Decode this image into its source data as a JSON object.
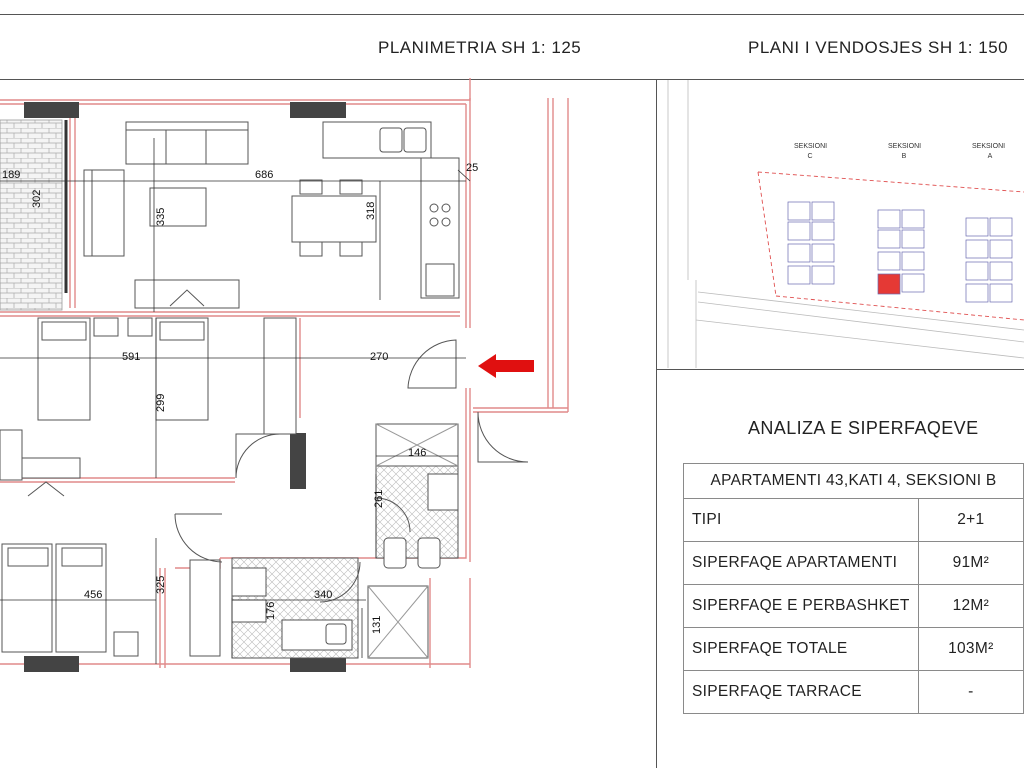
{
  "headers": {
    "plan_title": "PLANIMETRIA  SH 1: 125",
    "site_title": "PLANI I VENDOSJES SH 1: 150"
  },
  "dimensions": {
    "d189": "189",
    "d302": "302",
    "d686": "686",
    "d335": "335",
    "d318": "318",
    "d25": "25",
    "d591": "591",
    "d270": "270",
    "d299": "299",
    "d146": "146",
    "d261": "261",
    "d456": "456",
    "d325": "325",
    "d340": "340",
    "d176": "176",
    "d131": "131"
  },
  "site": {
    "sections": [
      {
        "line1": "SEKSIONI",
        "line2": "C"
      },
      {
        "line1": "SEKSIONI",
        "line2": "B"
      },
      {
        "line1": "SEKSIONI",
        "line2": "A"
      }
    ],
    "highlight_color": "#e53935"
  },
  "analysis": {
    "title": "ANALIZA E SIPERFAQEVE",
    "apartment_header": "APARTAMENTI  43,KATI 4, SEKSIONI B",
    "rows": [
      {
        "label": "TIPI",
        "value": "2+1"
      },
      {
        "label": "SIPERFAQE APARTAMENTI",
        "value": "91M²"
      },
      {
        "label": "SIPERFAQE E PERBASHKET",
        "value": "12M²"
      },
      {
        "label": "SIPERFAQE TOTALE",
        "value": "103M²"
      },
      {
        "label": "SIPERFAQE TARRACE",
        "value": "-"
      }
    ]
  },
  "colors": {
    "wall_outline": "#e08a8a",
    "entrance_arrow": "#e01010"
  }
}
